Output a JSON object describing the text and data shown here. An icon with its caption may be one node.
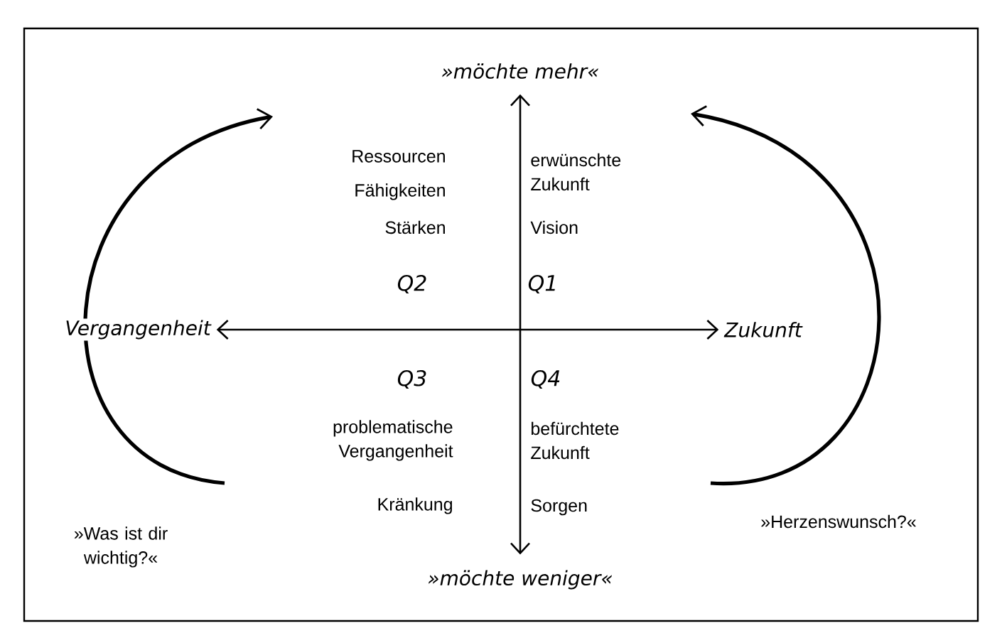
{
  "diagram": {
    "nodes": [
      {
        "text": [
          "»möchte mehr«"
        ]
      },
      {
        "text": [
          "Vergangenheit"
        ]
      },
      {
        "text": [
          "Zukunft"
        ]
      },
      {
        "text": [
          "»möchte weniger«"
        ]
      }
    ],
    "edges": [
      {
        "from": 0,
        "to": 3,
        "arrow": "both"
      },
      {
        "from": 1,
        "to": 2,
        "arrow": "both"
      }
    ],
    "labels": [
      "Ressourcen",
      "erwünschte Zukunft",
      "Fähigkeiten",
      "Stärken",
      "Vision",
      "Q2",
      "Q1",
      "Q3",
      "Q4",
      "problematische Vergangenheit",
      "befürchtete Zukunft",
      "Kränkung",
      "Sorgen",
      "»Was ist dir wichtig?«",
      "»Herzenswunsch?«"
    ]
  }
}
